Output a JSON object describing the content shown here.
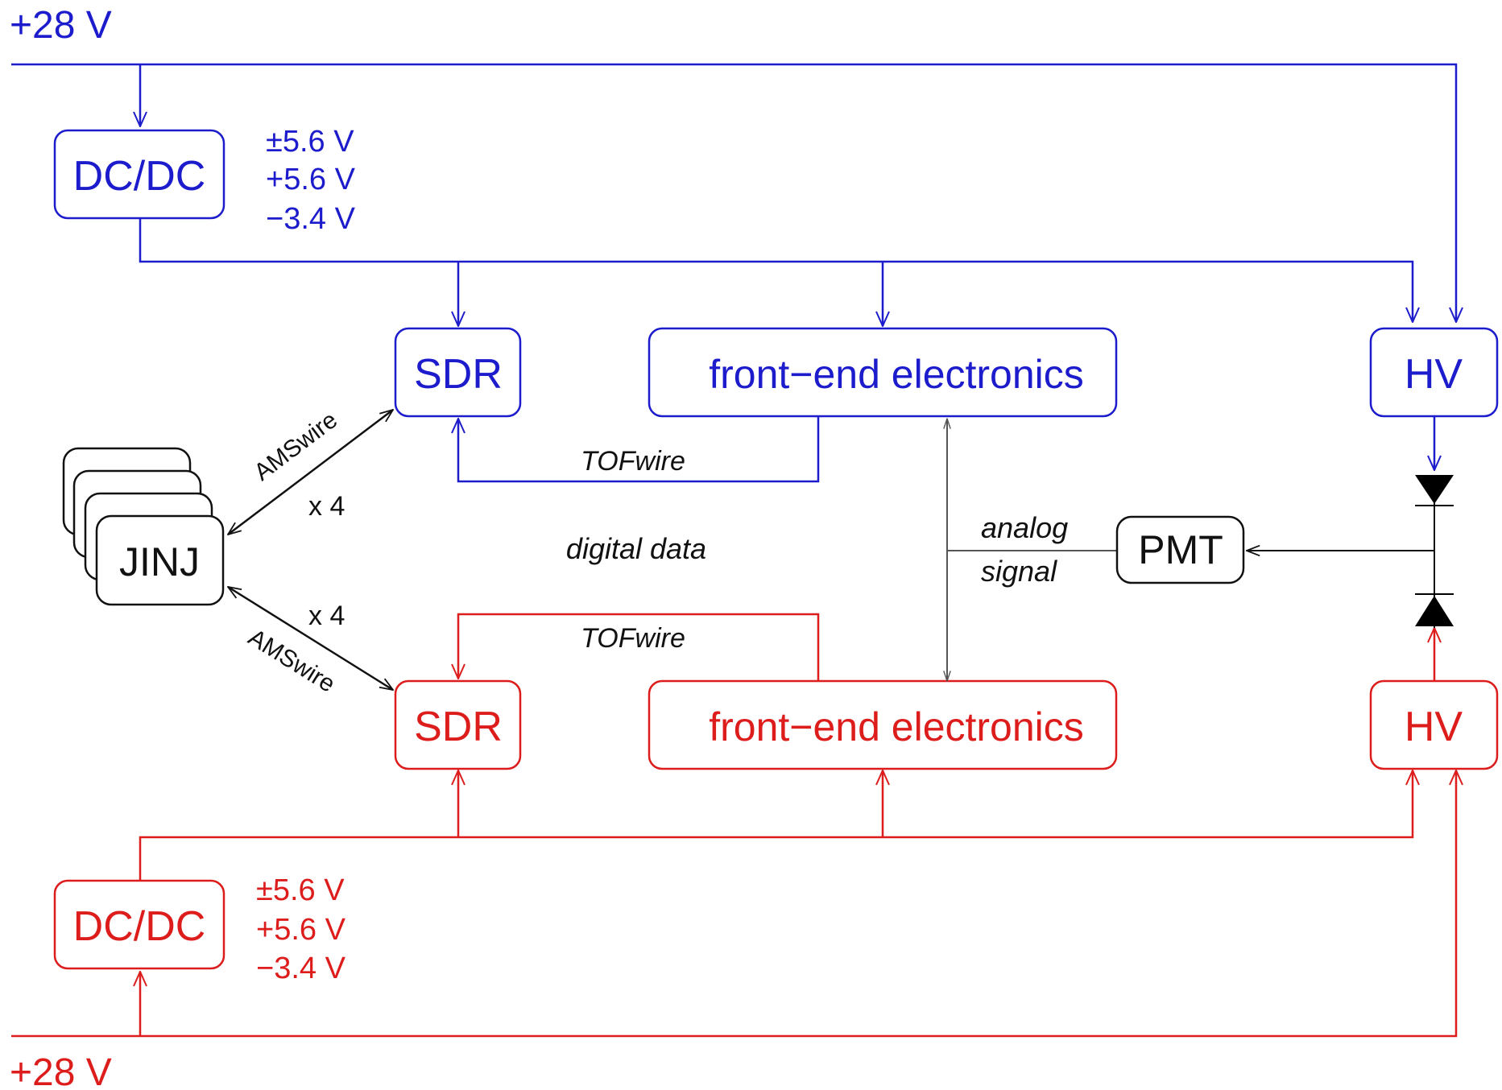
{
  "colors": {
    "blue": "#1c1ccc",
    "red": "#dd1c1c",
    "black": "#111111",
    "gray": "#555555"
  },
  "top": {
    "supply_label": "+28 V",
    "dcdc_label": "DC/DC",
    "voltages": [
      "±5.6 V",
      "+5.6 V",
      "−3.4 V"
    ],
    "sdr_label": "SDR",
    "fee_label": "front−end electronics",
    "hv_label": "HV",
    "tofwire_label": "TOFwire",
    "amswire_label": "AMSwire",
    "multiplier_label": "x 4"
  },
  "bottom": {
    "supply_label": "+28 V",
    "dcdc_label": "DC/DC",
    "voltages": [
      "±5.6 V",
      "+5.6 V",
      "−3.4 V"
    ],
    "sdr_label": "SDR",
    "fee_label": "front−end electronics",
    "hv_label": "HV",
    "tofwire_label": "TOFwire",
    "amswire_label": "AMSwire",
    "multiplier_label": "x 4"
  },
  "center": {
    "jinj_label": "JINJ",
    "pmt_label": "PMT",
    "digital_data_label": "digital data",
    "analog_label_line1": "analog",
    "analog_label_line2": "signal"
  }
}
